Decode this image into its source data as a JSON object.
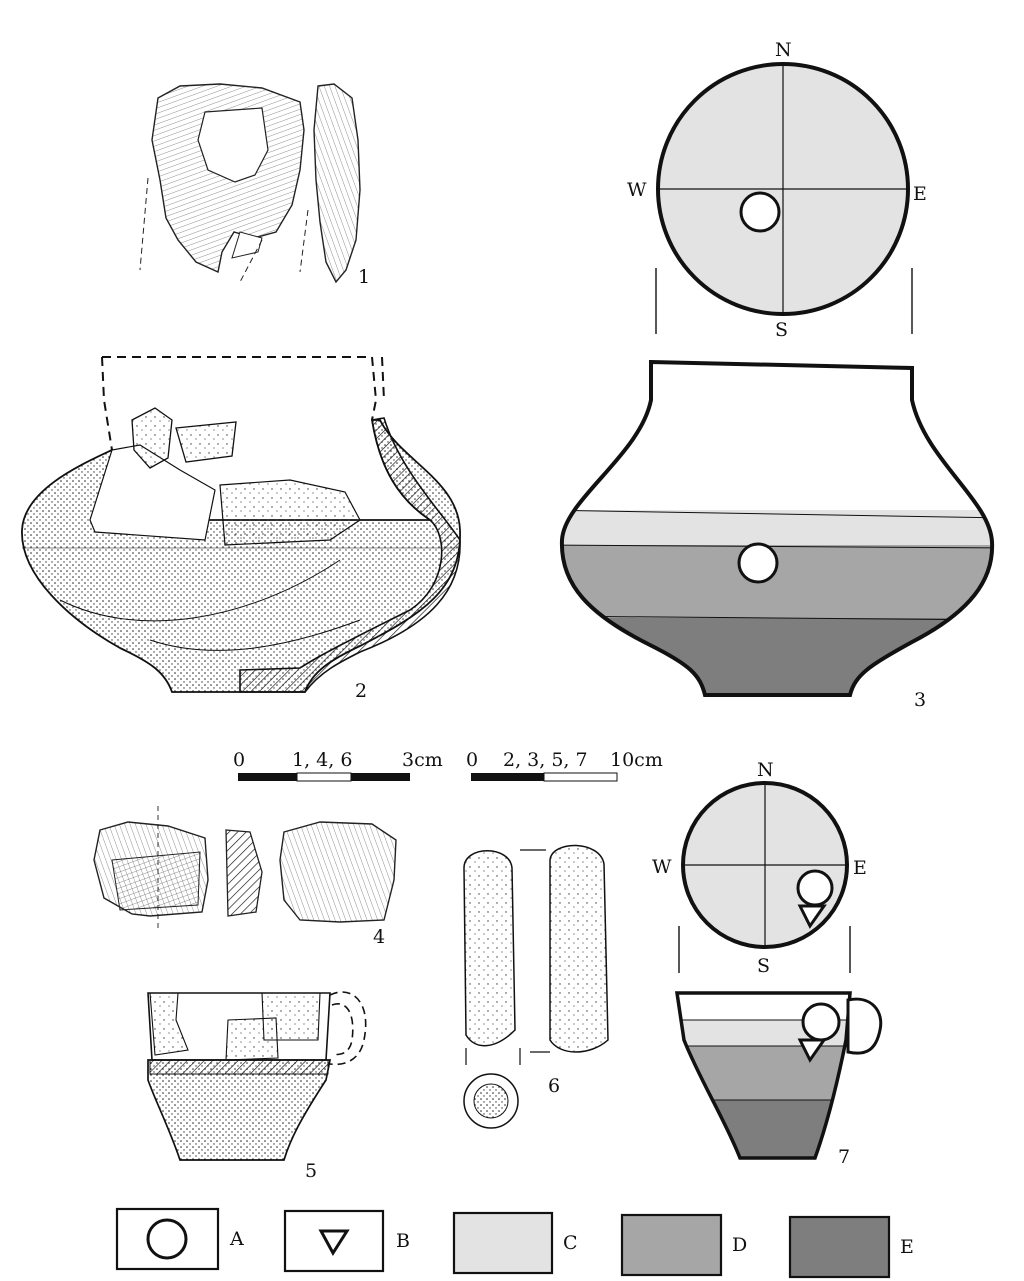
{
  "figure_numbers": [
    "1",
    "2",
    "3",
    "4",
    "5",
    "6",
    "7"
  ],
  "compass": {
    "n": "N",
    "s": "S",
    "e": "E",
    "w": "W"
  },
  "scales": [
    {
      "start": "0",
      "items": "1, 4, 6",
      "end": "3cm"
    },
    {
      "start": "0",
      "items": "2, 3, 5, 7",
      "end": "10cm"
    }
  ],
  "legend": [
    {
      "label": "A",
      "symbol": "circle-icon",
      "fill": "#ffffff"
    },
    {
      "label": "B",
      "symbol": "triangle-icon",
      "fill": "#ffffff"
    },
    {
      "label": "C",
      "symbol": "swatch",
      "fill": "#e3e3e3"
    },
    {
      "label": "D",
      "symbol": "swatch",
      "fill": "#a6a6a6"
    },
    {
      "label": "E",
      "symbol": "swatch",
      "fill": "#7e7e7e"
    }
  ],
  "colors": {
    "zone_c": "#e3e3e3",
    "zone_d": "#a6a6a6",
    "zone_e": "#7e7e7e",
    "line": "#111111"
  }
}
